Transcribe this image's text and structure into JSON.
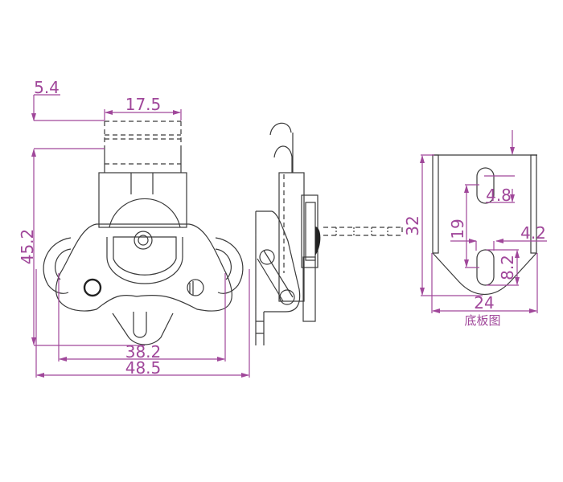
{
  "front_view": {
    "dimensions": {
      "d_5_4": "5.4",
      "d_17_5": "17.5",
      "d_45_2": "45.2",
      "d_38_2": "38.2",
      "d_48_5": "48.5"
    }
  },
  "base_plate": {
    "caption": "底板图",
    "dimensions": {
      "d_32": "32",
      "d_19": "19",
      "d_4_8": "4.8",
      "d_4_2": "4.2",
      "d_8_2": "8.2",
      "d_24": "24"
    }
  },
  "colors": {
    "dimension": "#a0479a",
    "outline": "#3a3a3a"
  }
}
